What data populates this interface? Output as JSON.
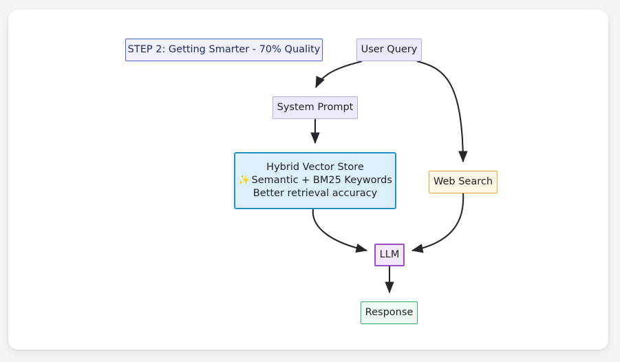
{
  "canvas": {
    "background_color": "#f4f4f5",
    "card_color": "#ffffff"
  },
  "diagram": {
    "type": "flowchart",
    "direction": "top-down",
    "banner": {
      "label": "STEP 2: Getting Smarter - 70% Quality",
      "border_color": "#4a63cf",
      "fill_color": "#f0f0fa",
      "text_color": "#1f2a6b"
    },
    "nodes": [
      {
        "id": "user_query",
        "label": "User Query",
        "fill_color": "#eceafa",
        "border_color": "#b5acd9"
      },
      {
        "id": "system_prompt",
        "label": "System Prompt",
        "fill_color": "#eceafa",
        "border_color": "#b5acd9"
      },
      {
        "id": "hybrid_vector_store",
        "label_line_1": "Hybrid Vector Store",
        "label_line_2_icon": "sparkles-icon",
        "label_line_2_glyph": "✨",
        "label_line_2": "Semantic + BM25 Keywords",
        "label_line_3": "Better retrieval accuracy",
        "fill_color": "#dbf0fb",
        "border_color": "#2391c6"
      },
      {
        "id": "web_search",
        "label": "Web Search",
        "fill_color": "#fdf6e4",
        "border_color": "#e8a33d"
      },
      {
        "id": "llm",
        "label": "LLM",
        "fill_color": "#f4e9fb",
        "border_color": "#9b4dca"
      },
      {
        "id": "response",
        "label": "Response",
        "fill_color": "#eefaf1",
        "border_color": "#3aa96a"
      }
    ],
    "edges": [
      {
        "from": "user_query",
        "to": "system_prompt",
        "style": "curved",
        "arrow": true
      },
      {
        "from": "user_query",
        "to": "web_search",
        "style": "curved",
        "arrow": true
      },
      {
        "from": "system_prompt",
        "to": "hybrid_vector_store",
        "style": "straight",
        "arrow": true
      },
      {
        "from": "hybrid_vector_store",
        "to": "llm",
        "style": "curved",
        "arrow": true
      },
      {
        "from": "web_search",
        "to": "llm",
        "style": "curved",
        "arrow": true
      },
      {
        "from": "llm",
        "to": "response",
        "style": "straight",
        "arrow": true
      }
    ],
    "edge_color": "#25262b"
  }
}
